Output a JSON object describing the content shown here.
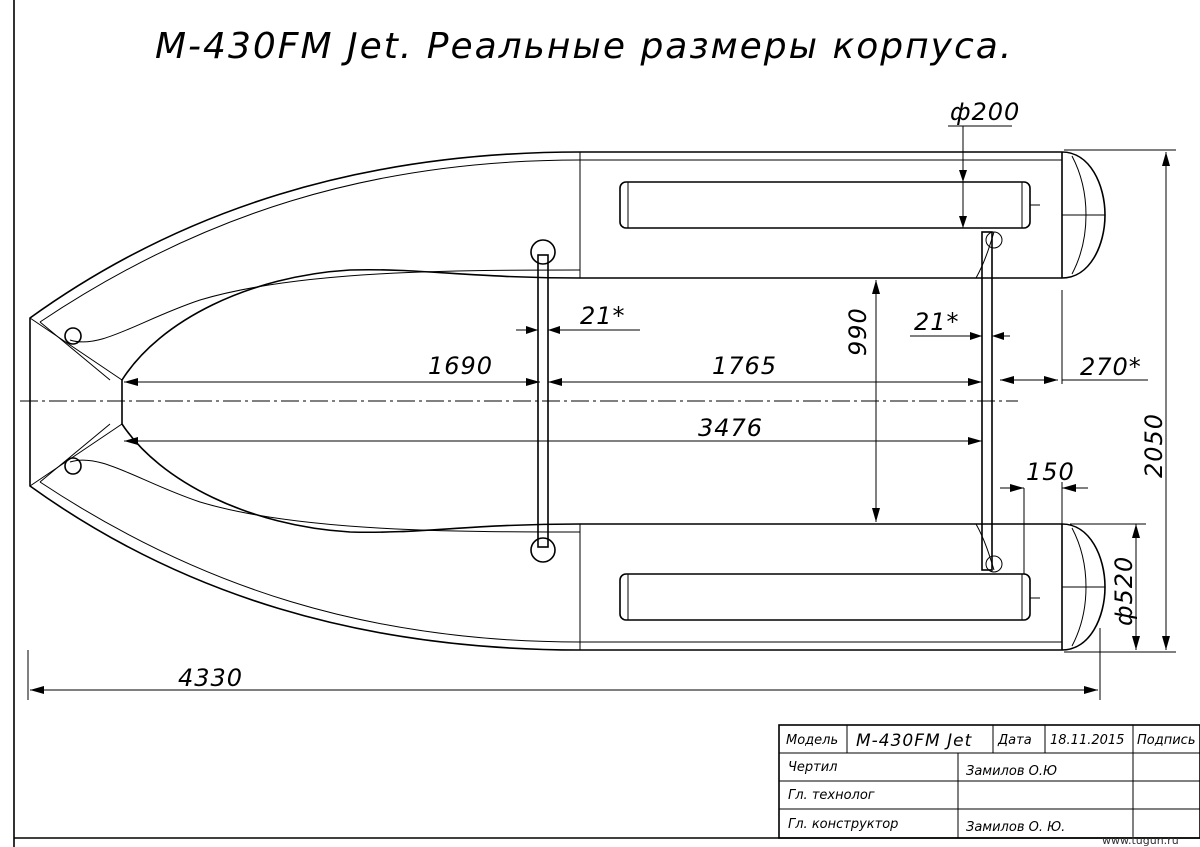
{
  "title": "М-430FM Jet. Реальные размеры корпуса.",
  "dimensions": {
    "diam_tube_small": "ф200",
    "seat_thickness_left": "21*",
    "seat_thickness_right": "21*",
    "to_seat1": "1690",
    "seat_spacing": "1765",
    "inner_width": "990",
    "tube_cone": "270*",
    "inner_length": "3476",
    "overall_width": "2050",
    "offset": "150",
    "diam_tube_main": "ф520",
    "overall_length": "4330"
  },
  "title_block": {
    "model_label": "Модель",
    "model_value": "М-430FM Jet",
    "date_label": "Дата",
    "date_value": "18.11.2015",
    "sign_label": "Подпись",
    "drew_label": "Чертил",
    "drew_name": "Замилов О.Ю",
    "tech_label": "Гл. технолог",
    "designer_label": "Гл. конструктор",
    "designer_name": "Замилов О. Ю."
  },
  "watermark": "www.tugun.ru"
}
